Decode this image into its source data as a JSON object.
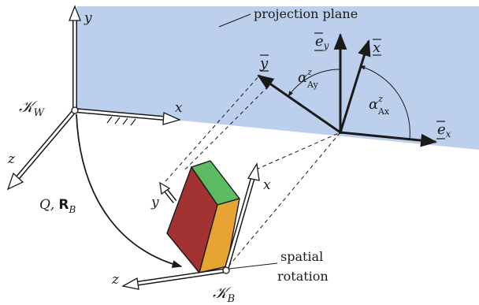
{
  "colors": {
    "plane": "#bcd0ee",
    "box_front": "#a33233",
    "box_top": "#5dbb64",
    "box_side": "#e7a433",
    "ink": "#1a1a1a"
  },
  "labels": {
    "projection_plane": "projection plane",
    "world_frame": "𝒦",
    "world_frame_sub": "W",
    "body_frame": "𝒦",
    "body_frame_sub": "B",
    "transform_q": "𝑄,",
    "transform_r": "R",
    "transform_r_sub": "B",
    "spatial": "spatial",
    "rotation": "rotation",
    "axis_x": "x",
    "axis_y": "y",
    "axis_z": "z",
    "e_x": "e",
    "e_x_sub": "x",
    "e_y": "e",
    "e_y_sub": "y",
    "x_bar": "x",
    "y_bar": "y",
    "alpha": "α",
    "alpha_sup": "z",
    "alpha_ax_sub": "Ax",
    "alpha_ay_sub": "Ay"
  }
}
